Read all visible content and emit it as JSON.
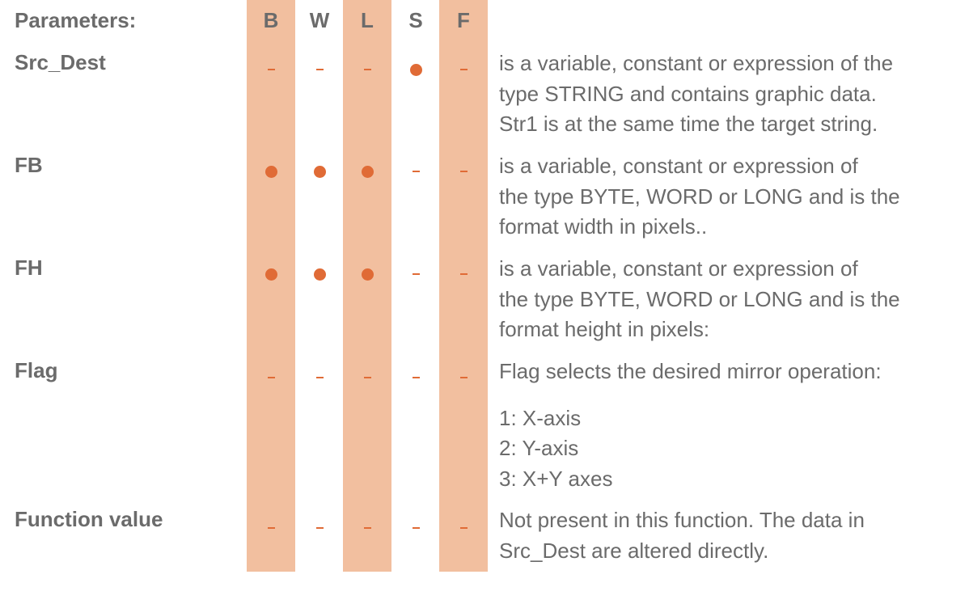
{
  "header": {
    "parameters_label": "Parameters:",
    "columns": [
      "B",
      "W",
      "L",
      "S",
      "F"
    ]
  },
  "rows": [
    {
      "name": "Src_Dest",
      "marks": [
        "dash",
        "dash",
        "dash",
        "dot",
        "dash"
      ],
      "description": [
        "is a variable, constant or expression of the",
        "type STRING and contains graphic data.",
        "Str1 is at the same time the target string."
      ]
    },
    {
      "name": "FB",
      "marks": [
        "dot",
        "dot",
        "dot",
        "dash",
        "dash"
      ],
      "description": [
        "is a variable, constant or expression of",
        "the type BYTE, WORD or LONG and is the",
        "format width in pixels.."
      ]
    },
    {
      "name": "FH",
      "marks": [
        "dot",
        "dot",
        "dot",
        "dash",
        "dash"
      ],
      "description": [
        "is a variable, constant or expression of",
        "the type BYTE, WORD or LONG and is the",
        "format height in pixels:"
      ]
    },
    {
      "name": "Flag",
      "marks": [
        "dash",
        "dash",
        "dash",
        "dash",
        "dash"
      ],
      "description": [
        "Flag selects the desired mirror operation:"
      ],
      "options": [
        "1: X-axis",
        "2: Y-axis",
        "3: X+Y axes"
      ]
    },
    {
      "name": "Function value",
      "marks": [
        "dash",
        "dash",
        "dash",
        "dash",
        "dash"
      ],
      "description": [
        "Not present in this function. The data in",
        "Src_Dest are altered directly."
      ]
    }
  ],
  "colors": {
    "stripe": "#f2bf9f",
    "marker": "#e06b36",
    "text": "#6b6b6b"
  }
}
